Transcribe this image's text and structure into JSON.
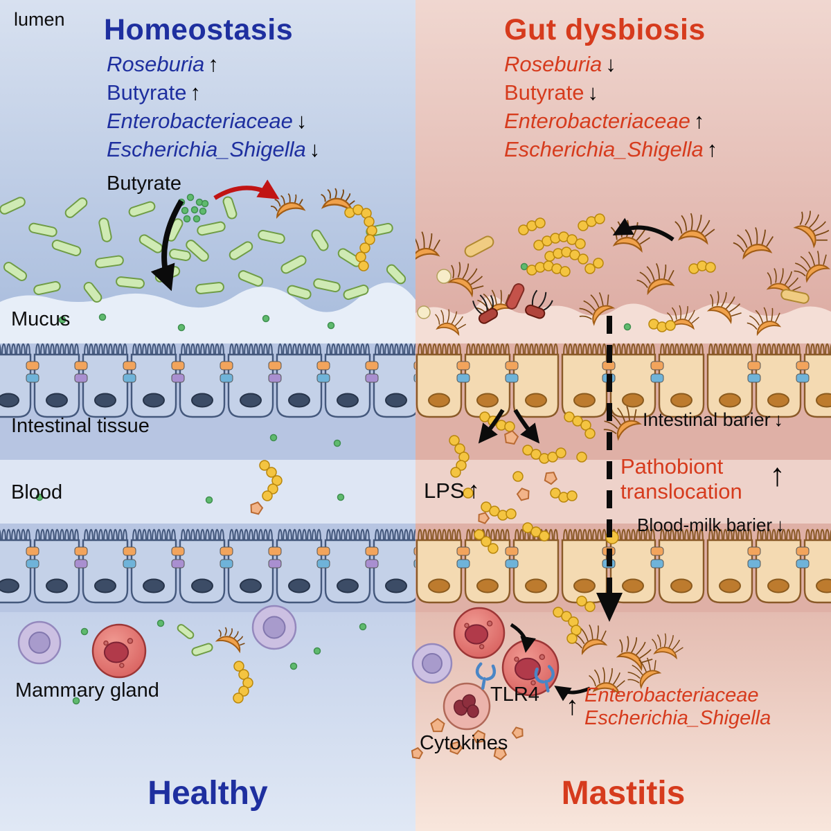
{
  "colors": {
    "healthy_blue": "#1e2f9f",
    "mastitis_red": "#d63b1d",
    "arrow_black": "#000000",
    "inhibit_arrow_red": "#c11414",
    "lps_bead_yellow": "#f4c441",
    "pathobiont_orange": "#f0a14b",
    "commensal_green": "#cfeab4"
  },
  "left": {
    "lumen": "lumen",
    "title": "Homeostasis",
    "items": [
      {
        "label": "Roseburia",
        "arrow": "↑"
      },
      {
        "label": "Butyrate",
        "arrow": "↑"
      },
      {
        "label": "Enterobacteriaceae",
        "arrow": "↓"
      },
      {
        "label": "Escherichia_Shigella",
        "arrow": "↓"
      }
    ],
    "butyrate": "Butyrate",
    "mucus": "Mucus",
    "intestinal_tissue": "Intestinal tissue",
    "blood": "Blood",
    "mammary_gland": "Mammary gland",
    "footer": "Healthy"
  },
  "right": {
    "title": "Gut dysbiosis",
    "items": [
      {
        "label": "Roseburia",
        "arrow": "↓"
      },
      {
        "label": "Butyrate",
        "arrow": "↓"
      },
      {
        "label": "Enterobacteriaceae",
        "arrow": "↑"
      },
      {
        "label": "Escherichia_Shigella",
        "arrow": "↑"
      }
    ],
    "intestinal_barrier": "Intestinal barier",
    "intestinal_barrier_arrow": "↓",
    "lps": "LPS",
    "lps_arrow": "↑",
    "pathobiont_line1": "Pathobiont",
    "pathobiont_line2": "translocation",
    "pathobiont_arrow": "↑",
    "blood_milk_barrier": "Blood-milk barier",
    "blood_milk_arrow": "↓",
    "tlr4": "TLR4",
    "up_arrow": "↑",
    "bacteria_line1": "Enterobacteriaceae",
    "bacteria_line2": "Escherichia_Shigella",
    "cytokines": "Cytokines",
    "footer": "Mastitis"
  },
  "icons": {
    "green_rod": "roseburia-bacterium",
    "green_dot": "butyrate-molecule",
    "orange_crescent": "pathobiont-bacterium",
    "yellow_bead_chain": "lps-chain",
    "pentagon": "cytokine",
    "red_cell": "macrophage",
    "purple_cell": "immune-cell",
    "pink_cell_lobed_nucleus": "neutrophil",
    "blue_fork": "tlr4-receptor",
    "dashed_black_arrow": "translocation-route"
  }
}
